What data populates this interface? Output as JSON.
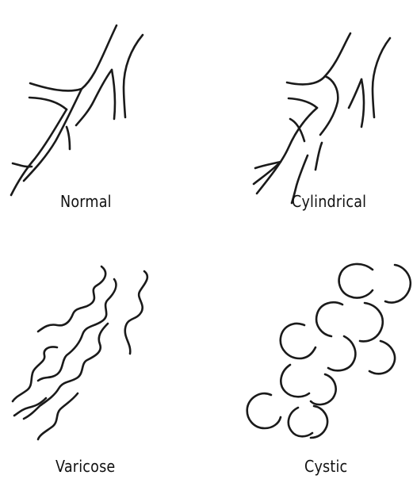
{
  "diagram": {
    "panels": [
      {
        "id": "normal",
        "label": "Normal"
      },
      {
        "id": "cylindrical",
        "label": "Cylindrical"
      },
      {
        "id": "varicose",
        "label": "Varicose"
      },
      {
        "id": "cystic",
        "label": "Cystic"
      }
    ],
    "stroke_color": "#1a1a1a",
    "background": "#ffffff"
  }
}
